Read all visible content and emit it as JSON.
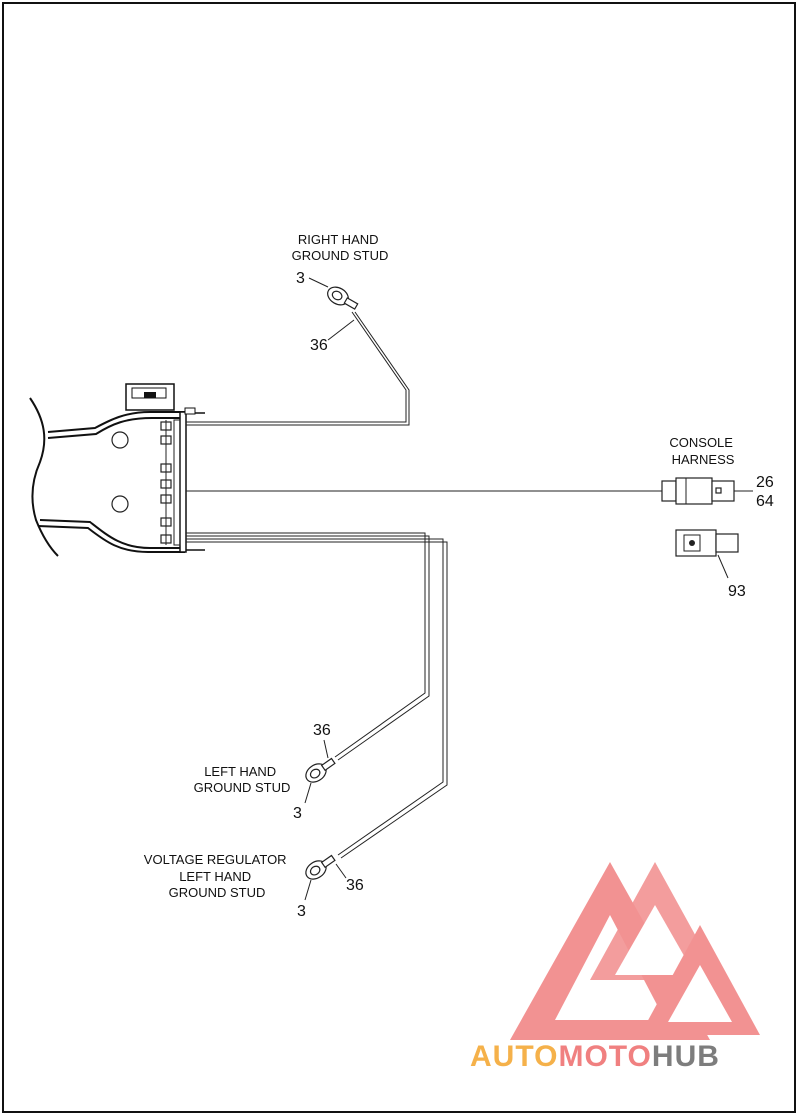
{
  "labels": {
    "right_ground": [
      "RIGHT HAND",
      "GROUND STUD"
    ],
    "console": [
      "CONSOLE",
      "HARNESS"
    ],
    "left_ground": [
      "LEFT HAND",
      "GROUND STUD"
    ],
    "vreg_ground": [
      "VOLTAGE REGULATOR",
      "LEFT HAND",
      "GROUND STUD"
    ]
  },
  "callouts": {
    "rh_ring": "3",
    "rh_wire": "36",
    "console_a": "26",
    "console_b": "64",
    "connector_part": "93",
    "lh_wire": "36",
    "lh_ring": "3",
    "vr_wire": "36",
    "vr_ring": "3"
  },
  "watermark": {
    "part1": "AUTO",
    "part2": "MOTO",
    "part3": "HUB",
    "colors": {
      "red": "#f08080",
      "orange": "#f5b14a",
      "gray": "#7d7d7d"
    }
  }
}
